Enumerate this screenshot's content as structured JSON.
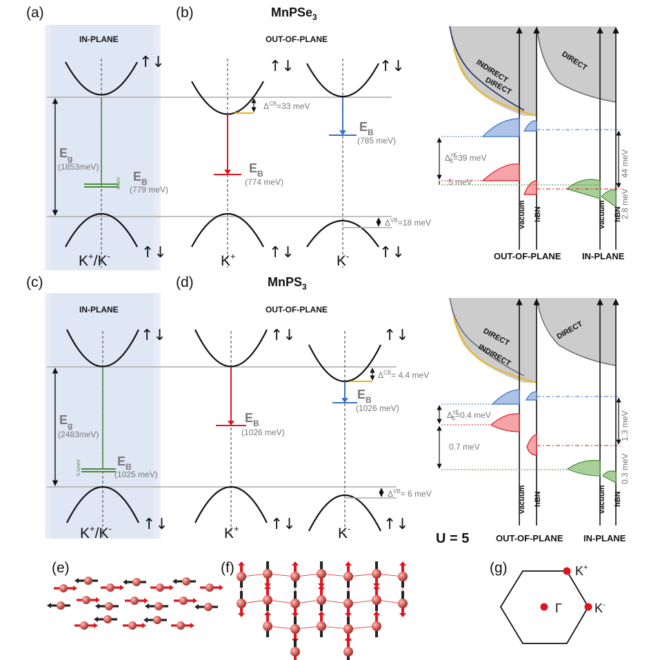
{
  "panels": {
    "a": "(a)",
    "b": "(b)",
    "c": "(c)",
    "d": "(d)",
    "e": "(e)",
    "f": "(f)",
    "g": "(g)"
  },
  "titles": {
    "top_compound_main": "MnPSe",
    "top_compound_sub": "3",
    "bottom_compound_main": "MnPS",
    "bottom_compound_sub": "3"
  },
  "headings": {
    "in_plane": "IN-PLANE",
    "out_of_plane": "OUT-OF-PLANE"
  },
  "spin": "↑↓",
  "valleys": {
    "kpkm_main": "K",
    "kpkm_plus": "+",
    "kpkm_slash": "/K",
    "kpkm_minus": "-",
    "kp_main": "K",
    "kp_sup": "+",
    "km_main": "K",
    "km_sup": "-"
  },
  "symbols": {
    "eg_main": "E",
    "eg_sub": "g",
    "eb_main": "E",
    "eb_sub": "B"
  },
  "top": {
    "eg_value": "(1853meV)",
    "eb_a": "(779 meV)",
    "split_a": "1meV",
    "eb_kplus": "(774 meV)",
    "eb_kminus": "(785 meV)",
    "delta_cb_sup": "CB",
    "delta_cb_val": "=33 meV",
    "delta_vb_sup": "VB",
    "delta_vb_val": "=18 meV",
    "delta_b_sup": "±K",
    "delta_b_sub": "B",
    "delta_b_val": "=39 meV",
    "side_5": "5 meV",
    "side_44": "44 meV",
    "side_28": "2.8 meV"
  },
  "bottom": {
    "eg_value": "(2483meV)",
    "eb_c": "(1025 meV)",
    "split_c": "0.1meV",
    "eb_kplus": "(1026 meV)",
    "eb_kminus": "(1026 meV)",
    "delta_cb_sup": "CB",
    "delta_cb_val": "= 4.4 meV",
    "delta_vb_sup": "VB",
    "delta_vb_val": "= 6 meV",
    "delta_b_sup": "±K",
    "delta_b_sub": "B",
    "delta_b_val": "=0.4 meV",
    "side_07": "0.7 meV",
    "side_13": "1.3 meV",
    "side_03": "0.3 meV"
  },
  "bands": {
    "indirect": "INDIRECT",
    "direct": "DIRECT"
  },
  "environment": {
    "vacuum": "vacuum",
    "hbn": "hBN"
  },
  "footer": {
    "out_of_plane": "OUT-OF-PLANE",
    "in_plane": "IN-PLANE",
    "u_value": "U = 5"
  },
  "bz": {
    "kplus_main": "K",
    "kplus_sup": "+",
    "kminus_main": "K",
    "kminus_sup": "-",
    "gamma": "Γ"
  },
  "colors": {
    "green": "#4a8a3a",
    "red": "#e0141e",
    "blue": "#3a6fc4",
    "yellow": "#f0b400",
    "navy": "#1f2f5a",
    "shade": "#dfe6f4",
    "gray_fill": "#cccccc",
    "atom": "#d9605a"
  }
}
